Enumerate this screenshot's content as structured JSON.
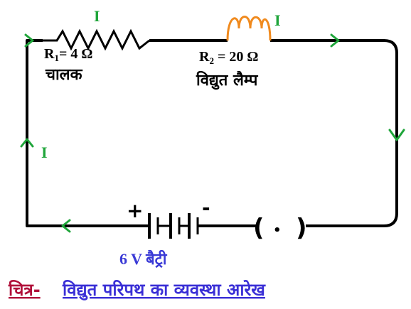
{
  "diagram": {
    "current_symbol": "I",
    "resistor": {
      "label_symbol": "R",
      "label_sub": "1",
      "label_value": "= 4 Ω",
      "name": "चालक"
    },
    "lamp": {
      "label_symbol": "R",
      "label_sub": "2",
      "label_value": " = 20 Ω",
      "name": "विद्युत लैम्प"
    },
    "battery": {
      "plus": "+",
      "minus": "-",
      "label": "6 V बैट्री"
    },
    "key": {
      "open": "(",
      "dot": "•",
      "close": ")"
    }
  },
  "caption": {
    "prefix": "चित्र-",
    "title": "विद्युत परिपथ का व्यवस्था आरेख"
  },
  "colors": {
    "wire": "#000000",
    "arrow": "#1fa53a",
    "lamp": "#f08a1e",
    "battery_label": "#3a3ad6",
    "caption_prefix": "#b0103a",
    "caption_title": "#3a2fd6"
  }
}
